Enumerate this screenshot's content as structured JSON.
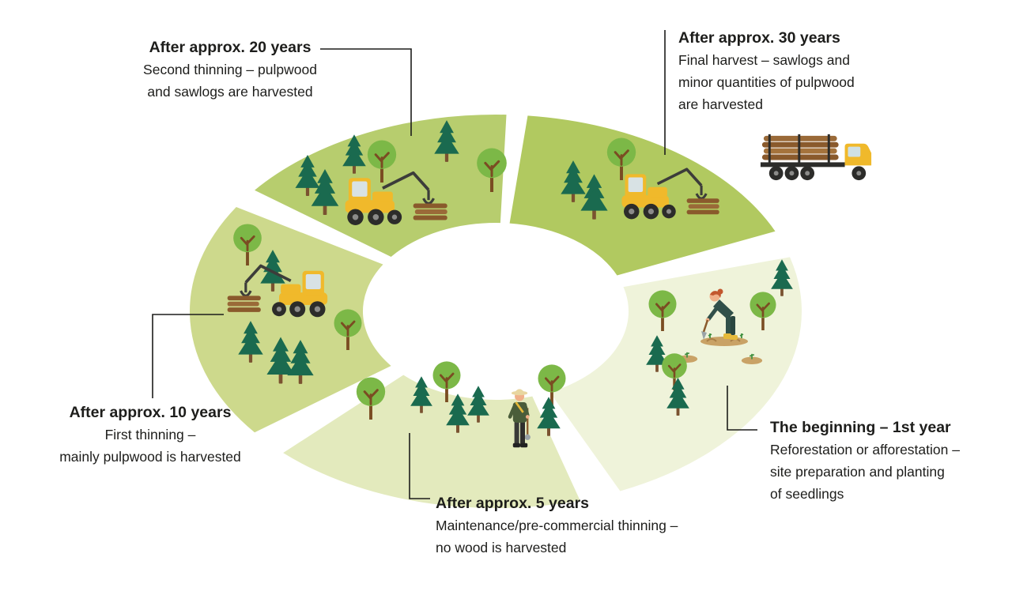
{
  "background": "#ffffff",
  "text_color": "#1d1d1b",
  "line_color": "#1d1d1b",
  "diagram_type": "forest-management-cycle",
  "stages": [
    {
      "id": "after-20-years",
      "title": "After approx. 20 years",
      "body": [
        "Second thinning – pulpwood",
        "and sawlogs are harvested"
      ],
      "color": "#b7cd6e",
      "illustrations": [
        "conifer-trees",
        "deciduous-trees",
        "harvester-with-logs"
      ]
    },
    {
      "id": "after-30-years",
      "title": "After approx. 30 years",
      "body": [
        "Final harvest – sawlogs and",
        "minor quantities of pulpwood",
        "are harvested"
      ],
      "color": "#b1c960",
      "illustrations": [
        "conifer-trees",
        "deciduous-tree",
        "harvester-with-logs",
        "log-truck"
      ]
    },
    {
      "id": "beginning-1st-year",
      "title": "The beginning – 1st year",
      "body": [
        "Reforestation or afforestation –",
        "site preparation and planting",
        "of seedlings"
      ],
      "color": "#eff3da",
      "illustrations": [
        "planting-person",
        "seedling-mounds",
        "deciduous-trees",
        "conifer-trees"
      ]
    },
    {
      "id": "after-5-years",
      "title": "After approx. 5 years",
      "body": [
        "Maintenance/pre-commercial thinning –",
        "no wood is harvested"
      ],
      "color": "#e3eabd",
      "illustrations": [
        "young-mixed-forest",
        "forester-person"
      ]
    },
    {
      "id": "after-10-years",
      "title": "After approx. 10 years",
      "body": [
        "First thinning –",
        "mainly pulpwood is harvested"
      ],
      "color": "#cdd98c",
      "illustrations": [
        "conifer-trees",
        "deciduous-trees",
        "harvester-with-logs"
      ]
    }
  ]
}
